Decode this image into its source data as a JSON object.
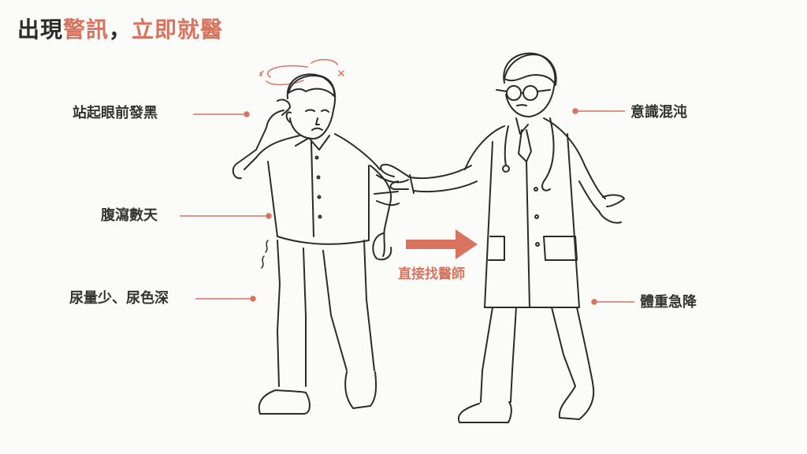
{
  "title": {
    "part1": "出現",
    "part2": "警訊",
    "part3": "，",
    "part4": "立即就醫"
  },
  "left_labels": [
    "站起眼前發黑",
    "腹瀉數天",
    "尿量少、尿色深"
  ],
  "right_labels": [
    "意識混沌",
    "體重急降"
  ],
  "arrow_label": "直接找醫師",
  "colors": {
    "accent": "#d9735e",
    "text": "#333333",
    "line": "#2b2b2b",
    "background": "#fbfbfa"
  }
}
